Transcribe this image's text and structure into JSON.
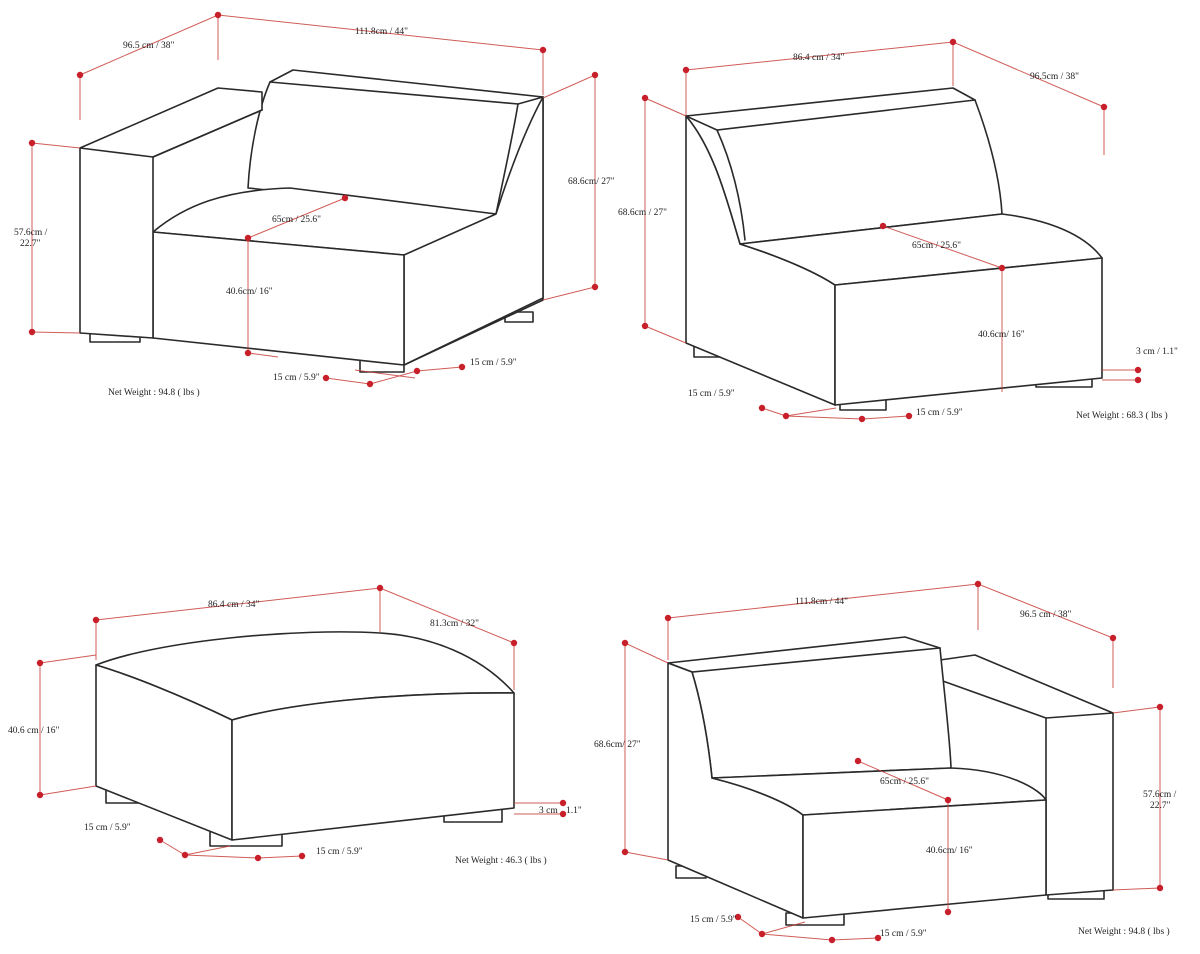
{
  "left_corner_chair": {
    "depth": "96.5 cm / 38\"",
    "width": "111.8cm / 44\"",
    "height": "68.6cm/ 27\"",
    "arm_height": [
      "57.6cm /",
      "22.7\""
    ],
    "seat_depth": "65cm / 25.6\"",
    "seat_height": "40.6cm/ 16\"",
    "leg_a": "15 cm / 5.9\"",
    "leg_b": "15 cm / 5.9\"",
    "net_weight": "Net Weight : 94.8 ( lbs )"
  },
  "armless_chair": {
    "width": "86.4 cm / 34\"",
    "depth": "96.5cm / 38\"",
    "height": "68.6cm / 27\"",
    "seat_depth": "65cm / 25.6\"",
    "seat_height": "40.6cm/ 16\"",
    "leg_height": "3 cm / 1.1\"",
    "leg_a": "15 cm / 5.9\"",
    "leg_b": "15 cm / 5.9\"",
    "net_weight": "Net Weight : 68.3 ( lbs )"
  },
  "ottoman": {
    "width": "86.4 cm / 34\"",
    "depth": "81.3cm / 32\"",
    "height": "40.6 cm / 16\"",
    "leg_height_a": "3 cm",
    "leg_height_b": "1.1\"",
    "leg_a": "15 cm / 5.9\"",
    "leg_b": "15 cm / 5.9\"",
    "net_weight": "Net Weight : 46.3 ( lbs )"
  },
  "right_corner_chair": {
    "width": "111.8cm / 44\"",
    "depth": "96.5 cm / 38\"",
    "height": "68.6cm/ 27\"",
    "arm_height": [
      "57.6cm /",
      "22.7\""
    ],
    "seat_depth": "65cm / 25.6\"",
    "seat_height": "40.6cm/ 16\"",
    "leg_a": "15 cm / 5.9\"",
    "leg_b": "15 cm / 5.9\"",
    "net_weight": "Net Weight : 94.8 ( lbs )"
  },
  "colors": {
    "dimension_line": "#c8403a",
    "dimension_dot": "#c8202a",
    "outline": "#2a2a2a"
  }
}
